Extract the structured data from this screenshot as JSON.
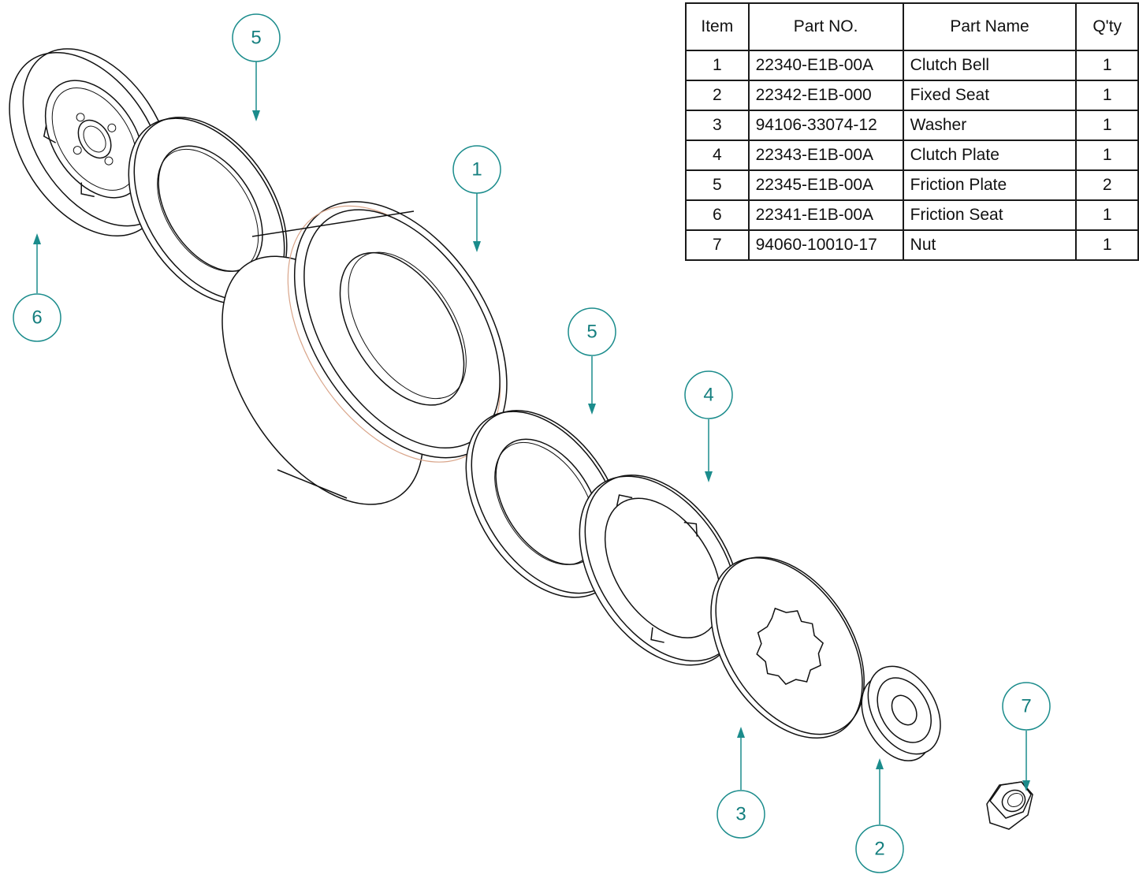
{
  "table": {
    "headers": {
      "item": "Item",
      "part_no": "Part  NO.",
      "part_name": "Part Name",
      "qty": "Q'ty"
    },
    "rows": [
      {
        "item": "1",
        "part_no": "22340-E1B-00A",
        "part_name": "Clutch Bell",
        "qty": "1"
      },
      {
        "item": "2",
        "part_no": "22342-E1B-000",
        "part_name": "Fixed Seat",
        "qty": "1"
      },
      {
        "item": "3",
        "part_no": "94106-33074-12",
        "part_name": "Washer",
        "qty": "1"
      },
      {
        "item": "4",
        "part_no": "22343-E1B-00A",
        "part_name": "Clutch Plate",
        "qty": "1"
      },
      {
        "item": "5",
        "part_no": "22345-E1B-00A",
        "part_name": "Friction Plate",
        "qty": "2"
      },
      {
        "item": "6",
        "part_no": "22341-E1B-00A",
        "part_name": "Friction Seat",
        "qty": "1"
      },
      {
        "item": "7",
        "part_no": "94060-10010-17",
        "part_name": "Nut",
        "qty": "1"
      }
    ]
  },
  "balloons": [
    {
      "label": "5"
    },
    {
      "label": "1"
    },
    {
      "label": "6"
    },
    {
      "label": "5"
    },
    {
      "label": "4"
    },
    {
      "label": "7"
    },
    {
      "label": "3"
    },
    {
      "label": "2"
    }
  ],
  "colors": {
    "callout": "#1b8c8c",
    "outline": "#111111",
    "accent_edge": "#d9a58a"
  }
}
